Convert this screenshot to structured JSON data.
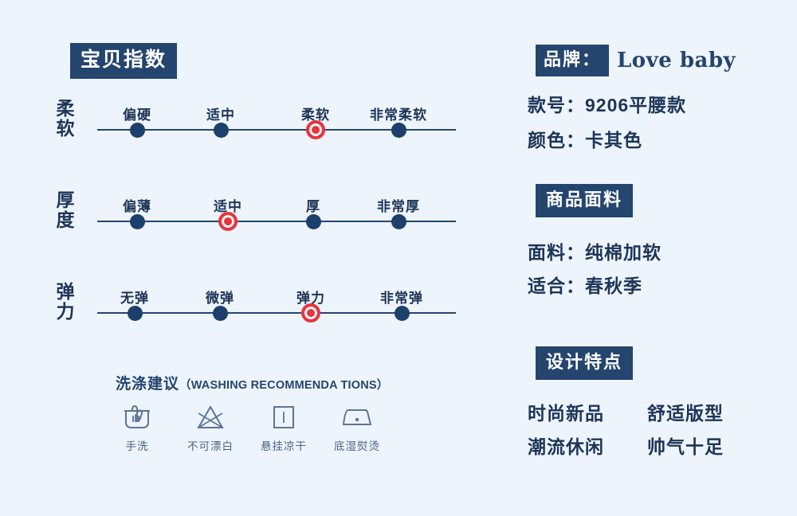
{
  "background_color": "#edf4fc",
  "navy": "#24456e",
  "accent_red": "#e8343c",
  "left": {
    "title": "宝贝指数",
    "scales": [
      {
        "axis_label": [
          "柔",
          "软"
        ],
        "points": [
          "偏硬",
          "适中",
          "柔软",
          "非常柔软"
        ],
        "selected_index": 2
      },
      {
        "axis_label": [
          "厚",
          "度"
        ],
        "points": [
          "偏薄",
          "适中",
          "厚",
          "非常厚"
        ],
        "selected_index": 1
      },
      {
        "axis_label": [
          "弹",
          "力"
        ],
        "points": [
          "无弹",
          "微弹",
          "弹力",
          "非常弹"
        ],
        "selected_index": 2
      }
    ],
    "washing": {
      "title_cn": "洗涤建议",
      "title_en": "（WASHING RECOMMENDA TIONS）",
      "icons": [
        {
          "icon": "hand-wash-icon",
          "caption": "手洗"
        },
        {
          "icon": "no-bleach-icon",
          "caption": "不可漂白"
        },
        {
          "icon": "hang-dry-icon",
          "caption": "悬挂凉干"
        },
        {
          "icon": "steam-iron-icon",
          "caption": "底湿熨烫"
        }
      ]
    }
  },
  "right": {
    "brand_label": "品牌：",
    "brand_name": "Love baby",
    "style_no": "款号：9206平腰款",
    "color": "颜色：卡其色",
    "fabric_title": "商品面料",
    "fabric": "面料：纯棉加软",
    "season": "适合：春秋季",
    "design_title": "设计特点",
    "design_features": [
      [
        "时尚新品",
        "舒适版型"
      ],
      [
        "潮流休闲",
        "帅气十足"
      ]
    ]
  }
}
